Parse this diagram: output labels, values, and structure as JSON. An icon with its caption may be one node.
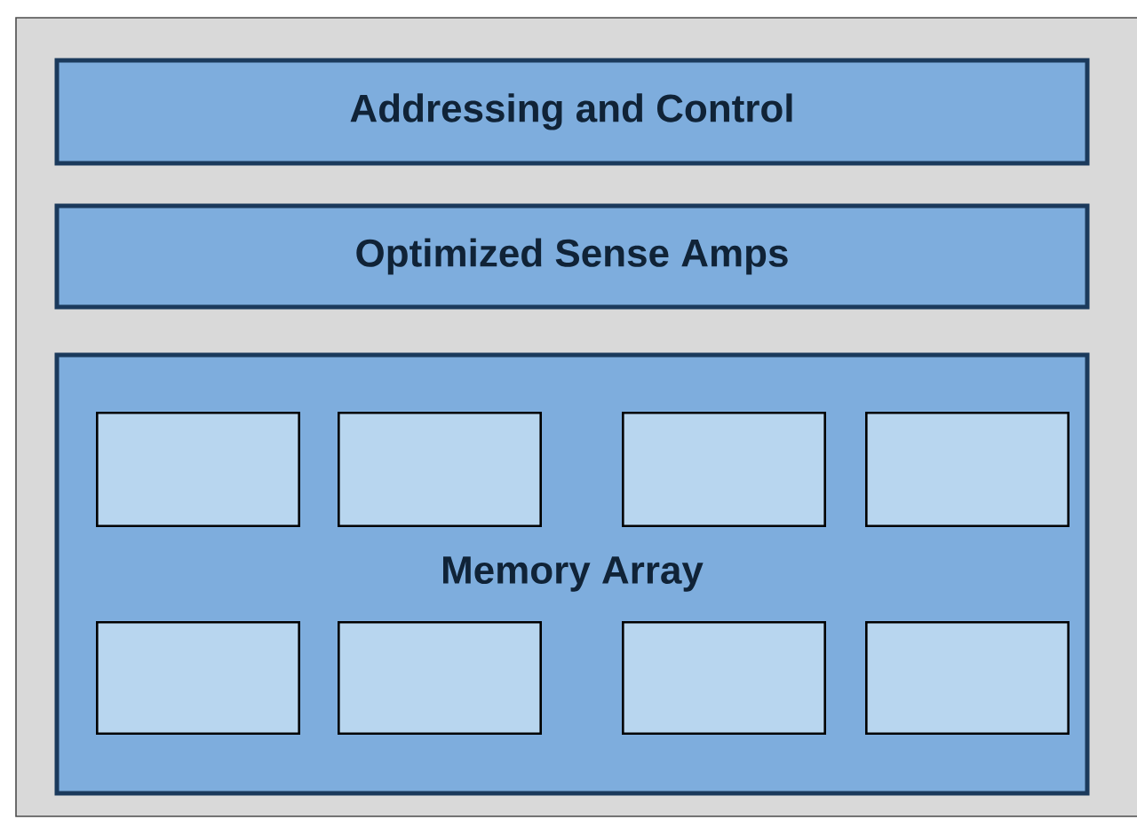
{
  "diagram": {
    "nodes": [
      {
        "text": [
          "Addressing and Control"
        ]
      },
      {
        "text": [
          "Optimized Sense Amps"
        ]
      },
      {
        "text": [
          "Memory Array"
        ]
      },
      {
        "text": [],
        "shape": "box",
        "in": 2
      },
      {
        "text": [],
        "shape": "box",
        "in": 2
      },
      {
        "text": [],
        "shape": "box",
        "in": 2
      },
      {
        "text": [],
        "shape": "box",
        "in": 2
      },
      {
        "text": [],
        "shape": "box",
        "in": 2
      },
      {
        "text": [],
        "shape": "box",
        "in": 2
      },
      {
        "text": [],
        "shape": "box",
        "in": 2
      },
      {
        "text": [],
        "shape": "box",
        "in": 2
      }
    ]
  }
}
